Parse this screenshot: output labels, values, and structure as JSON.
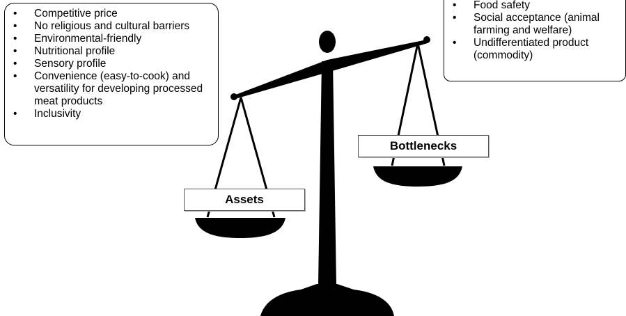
{
  "assets": {
    "label": "Assets",
    "items": [
      "Competitive price",
      "No religious and cultural barriers",
      "Environmental-friendly",
      "Nutritional profile",
      "Sensory profile",
      "Convenience (easy-to-cook) and versatility for developing processed meat products",
      "Inclusivity"
    ]
  },
  "bottlenecks": {
    "label": "Bottlenecks",
    "items": [
      "Food safety",
      "Social acceptance (animal farming and welfare)",
      "Undifferentiated product (commodity)"
    ]
  },
  "colors": {
    "scale": "#000000",
    "box_border": "#000000",
    "background": "#ffffff"
  }
}
